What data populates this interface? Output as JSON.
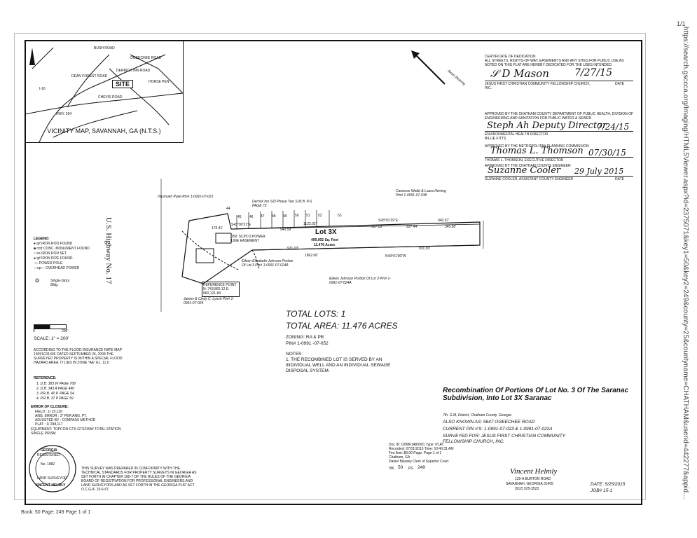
{
  "url_text": "https://search.gsccca.org/Imaging/HTML5Viewer.aspx?id=2375071&key1=50&key2=249&county=25&countyname=CHATHAM&userid=442277&appid…",
  "page_counter": "1/1",
  "footer": "Book: 50  Page: 249     Page 1 of 1",
  "vicinity": {
    "title": "VICINITY MAP, SAVANNAH, GA  (N.T.S.)",
    "site": "SITE",
    "roads": [
      "OGEECHEE ROAD",
      "DERRICK INN ROAD",
      "I-16",
      "HWY. 204",
      "DEAN FOREST ROAD",
      "CHEVIS ROAD",
      "BUSH ROAD",
      "HORSE PEN"
    ]
  },
  "certificates": {
    "dedication_title": "CERTIFICATE OF DEDICATION",
    "dedication_text": "ALL STREETS, RIGHTS-OF-WAY, EASEMENTS AND ANY SITES FOR PUBLIC USE AS NOTED ON THIS PLAT ARE HEREBY DEDICATED FOR THE USES INTENDED.",
    "dedication_sig_date": "7/27/15",
    "dedication_signer": "JESUS FIRST CHRISTIAN COMMUNITY FELLOWSHIP CHURCH, INC.",
    "date_label": "DATE",
    "health_text": "APPROVED BY THE CHATHAM COUNTY DEPARTMENT OF PUBLIC HEALTH, DIVISION OF ENGINEERING AND SANITATION FOR PUBLIC WATER & SEWER",
    "health_signer": "ENVIRONMENTAL HEALTH DIRECTOR",
    "health_name": "BILLIE FITTS",
    "health_date": "7/24/15",
    "mpc_text": "APPROVED BY THE METROPOLITAN PLANNING COMMISSION",
    "mpc_signer": "THOMAS L. THOMSON, EXECUTIVE DIRECTOR",
    "mpc_date": "07/30/15",
    "eng_text": "APPROVED BY THE CHATHAM COUNTY ENGINEER",
    "eng_signer": "SUZANNE COOLER, ASSISTANT COUNTY ENGINEER",
    "eng_date": "29 July 2015"
  },
  "plat": {
    "north": "U.S. Highway No. 17",
    "lot_name": "Lot 3X",
    "lot_sqft": "499,902 Sq. Feet",
    "lot_acres": "11.476 Acres",
    "neighbors": [
      "Hasmukh Patel  Pin# 1-0991-07-021",
      "Derrick Inn S/D Phase Two  S.M.B. 8-S PAGE 72",
      "Cameron Webb &  Laura Herring  Pin# 1-0991-07-038",
      "Eileen Elizabeth Johnson  Portion Of Lot 3  Pin# 1-0991-07-024A",
      "James & Cindy C. Lynch  Pin# 1-0991-07-024",
      "Eileen Johnson  Portion Of Lot 3  Pin# 1-0991-07-024A"
    ],
    "lots": [
      "44",
      "45",
      "46",
      "47",
      "48",
      "49",
      "50",
      "51",
      "52",
      "53"
    ],
    "bearings": [
      "S43°00'21\"E",
      "1122.02'",
      "S43°01'39\"E",
      "940.57'",
      "367.53'",
      "227.44'",
      "345.60'",
      "940.59'",
      "931.03'",
      "1862.06'",
      "N43°01'00\"W",
      "931.03'",
      "175.41'"
    ],
    "easement": "150' SCPCO POWER LINE EASEMENT",
    "reference_point": "REFERENCE POINT  N: 743,860.12  E: 960,121.84"
  },
  "legend": {
    "title": "LEGEND:",
    "items": [
      "●  ipf  IRON ROD FOUND",
      "■  cmf  CONC. MONUMENT FOUND",
      "○  irs  IRON ROD SET",
      "●  ipf  IRON PIPE FOUND",
      "-○-  POWER POLE",
      "—op—  OVERHEAD POWER"
    ],
    "single_story": "Single-Story Bldg."
  },
  "scale": {
    "label": "SCALE:  1\" = 200'",
    "zero": "0",
    "max": "200'"
  },
  "flood": "ACCORDING TO THE FLOOD INSURANCE RATE MAP 13051C0140F DATED SEPTEMBER 26, 2008 THE SURVEYED PROPERTY IS WITHIN A SPECIAL FLOOD HAZARD AREA. IT LIES IN ZONE \"AE\"  EL. 11.0",
  "reference": {
    "title": "REFERENCE:",
    "items": [
      "1. D.B. 383 W PAGE 768",
      "2. D.B. 343 A PAGE 480",
      "3. P.R.B. 40 P. PAGE 54",
      "4. P.R.B. 37 P PAGE 59"
    ]
  },
  "closure": {
    "title": "ERROR OF CLOSURE:",
    "lines": [
      "FIELD : 1/ 25,116",
      "ANG. ERROR : 3\" PER ANG. PT.",
      "ADJUSTED BY : COMPASS METHOD",
      "PLAT : 1/ 298,117"
    ],
    "equipment": "EQUIPMENT:   TOPCON GTS GTS239W TOTAL STATION  SINGLE PRISM"
  },
  "totals": {
    "lots": "TOTAL LOTS:  1",
    "area": "TOTAL AREA:  11.476 ACRES",
    "zoning": "ZONING:  RA & PB",
    "pin": "PIN# 1-0991 -07-052",
    "notes_title": "NOTES:",
    "note1": "1.   THE RECOMBINED LOT IS SERVED BY AN INDIVIDUAL WELL AND AN INDIVIDUAL SEWAGE DISPOSAL SYSTEM."
  },
  "title_block": {
    "title": "Recombination Of Portions Of Lot No. 3 Of The Saranac Subdivision, Into Lot 3X Saranac",
    "district": "7th. G.M. District, Chatham County, Georgia",
    "aka": "ALSO KNOWN AS:  5647 OGEECHEE ROAD",
    "pins": "CURRENT PIN #'S:  1-0991-07-023 & 1-0991-07-022A",
    "surveyed": "SURVEYED FOR:  JESUS FIRST CHRISTIAN COMMUNITY FELLOWSHIP CHURCH, INC."
  },
  "recording": {
    "lines": [
      "Doc ID: 028861480001 Type: PLAT",
      "Recorded: 07/31/2015 Time: 10:40:31 AM",
      "Fee Amt: $9.00 Page: Page 1 of 1",
      "Chatham, GA",
      "Daniel Massey Clerk of Superior Court"
    ],
    "bk": "BK",
    "bk_num": "50",
    "pg": "PG",
    "pg_num": "249"
  },
  "surveyor": {
    "name": "Vincent Helmly",
    "address1": "129-A BURTON ROAD",
    "address2": "SAVANNAH, GEORGIA 31405",
    "phone": "(912) 925-3523",
    "date": "DATE: 5/25/2015",
    "job": "JOB#  15-1"
  },
  "seal": {
    "top": "GEORGIA",
    "mid": "REGISTERED",
    "num": "No. 1882",
    "bottom": "VINCENT HELMLY",
    "sub": "LAND SURVEYOR"
  },
  "conformity": "THIS SURVEY WAS PREPARED IN CONFORMITY WITH THE TECHNICAL STANDARDS FOR PROPERTY SURVEYS IN GEORGIA AS SET FORTH IN CHAPTER 180-7 OF THE RULES OF THE GEORGIA BOARD OF REGISTRATION FOR PROFESSIONAL ENGINEERS AND LAND SURVEYORS AND AS SET FORTH IN THE GEORGIA PLAT ACT O.C.G.A. 15-6-67"
}
